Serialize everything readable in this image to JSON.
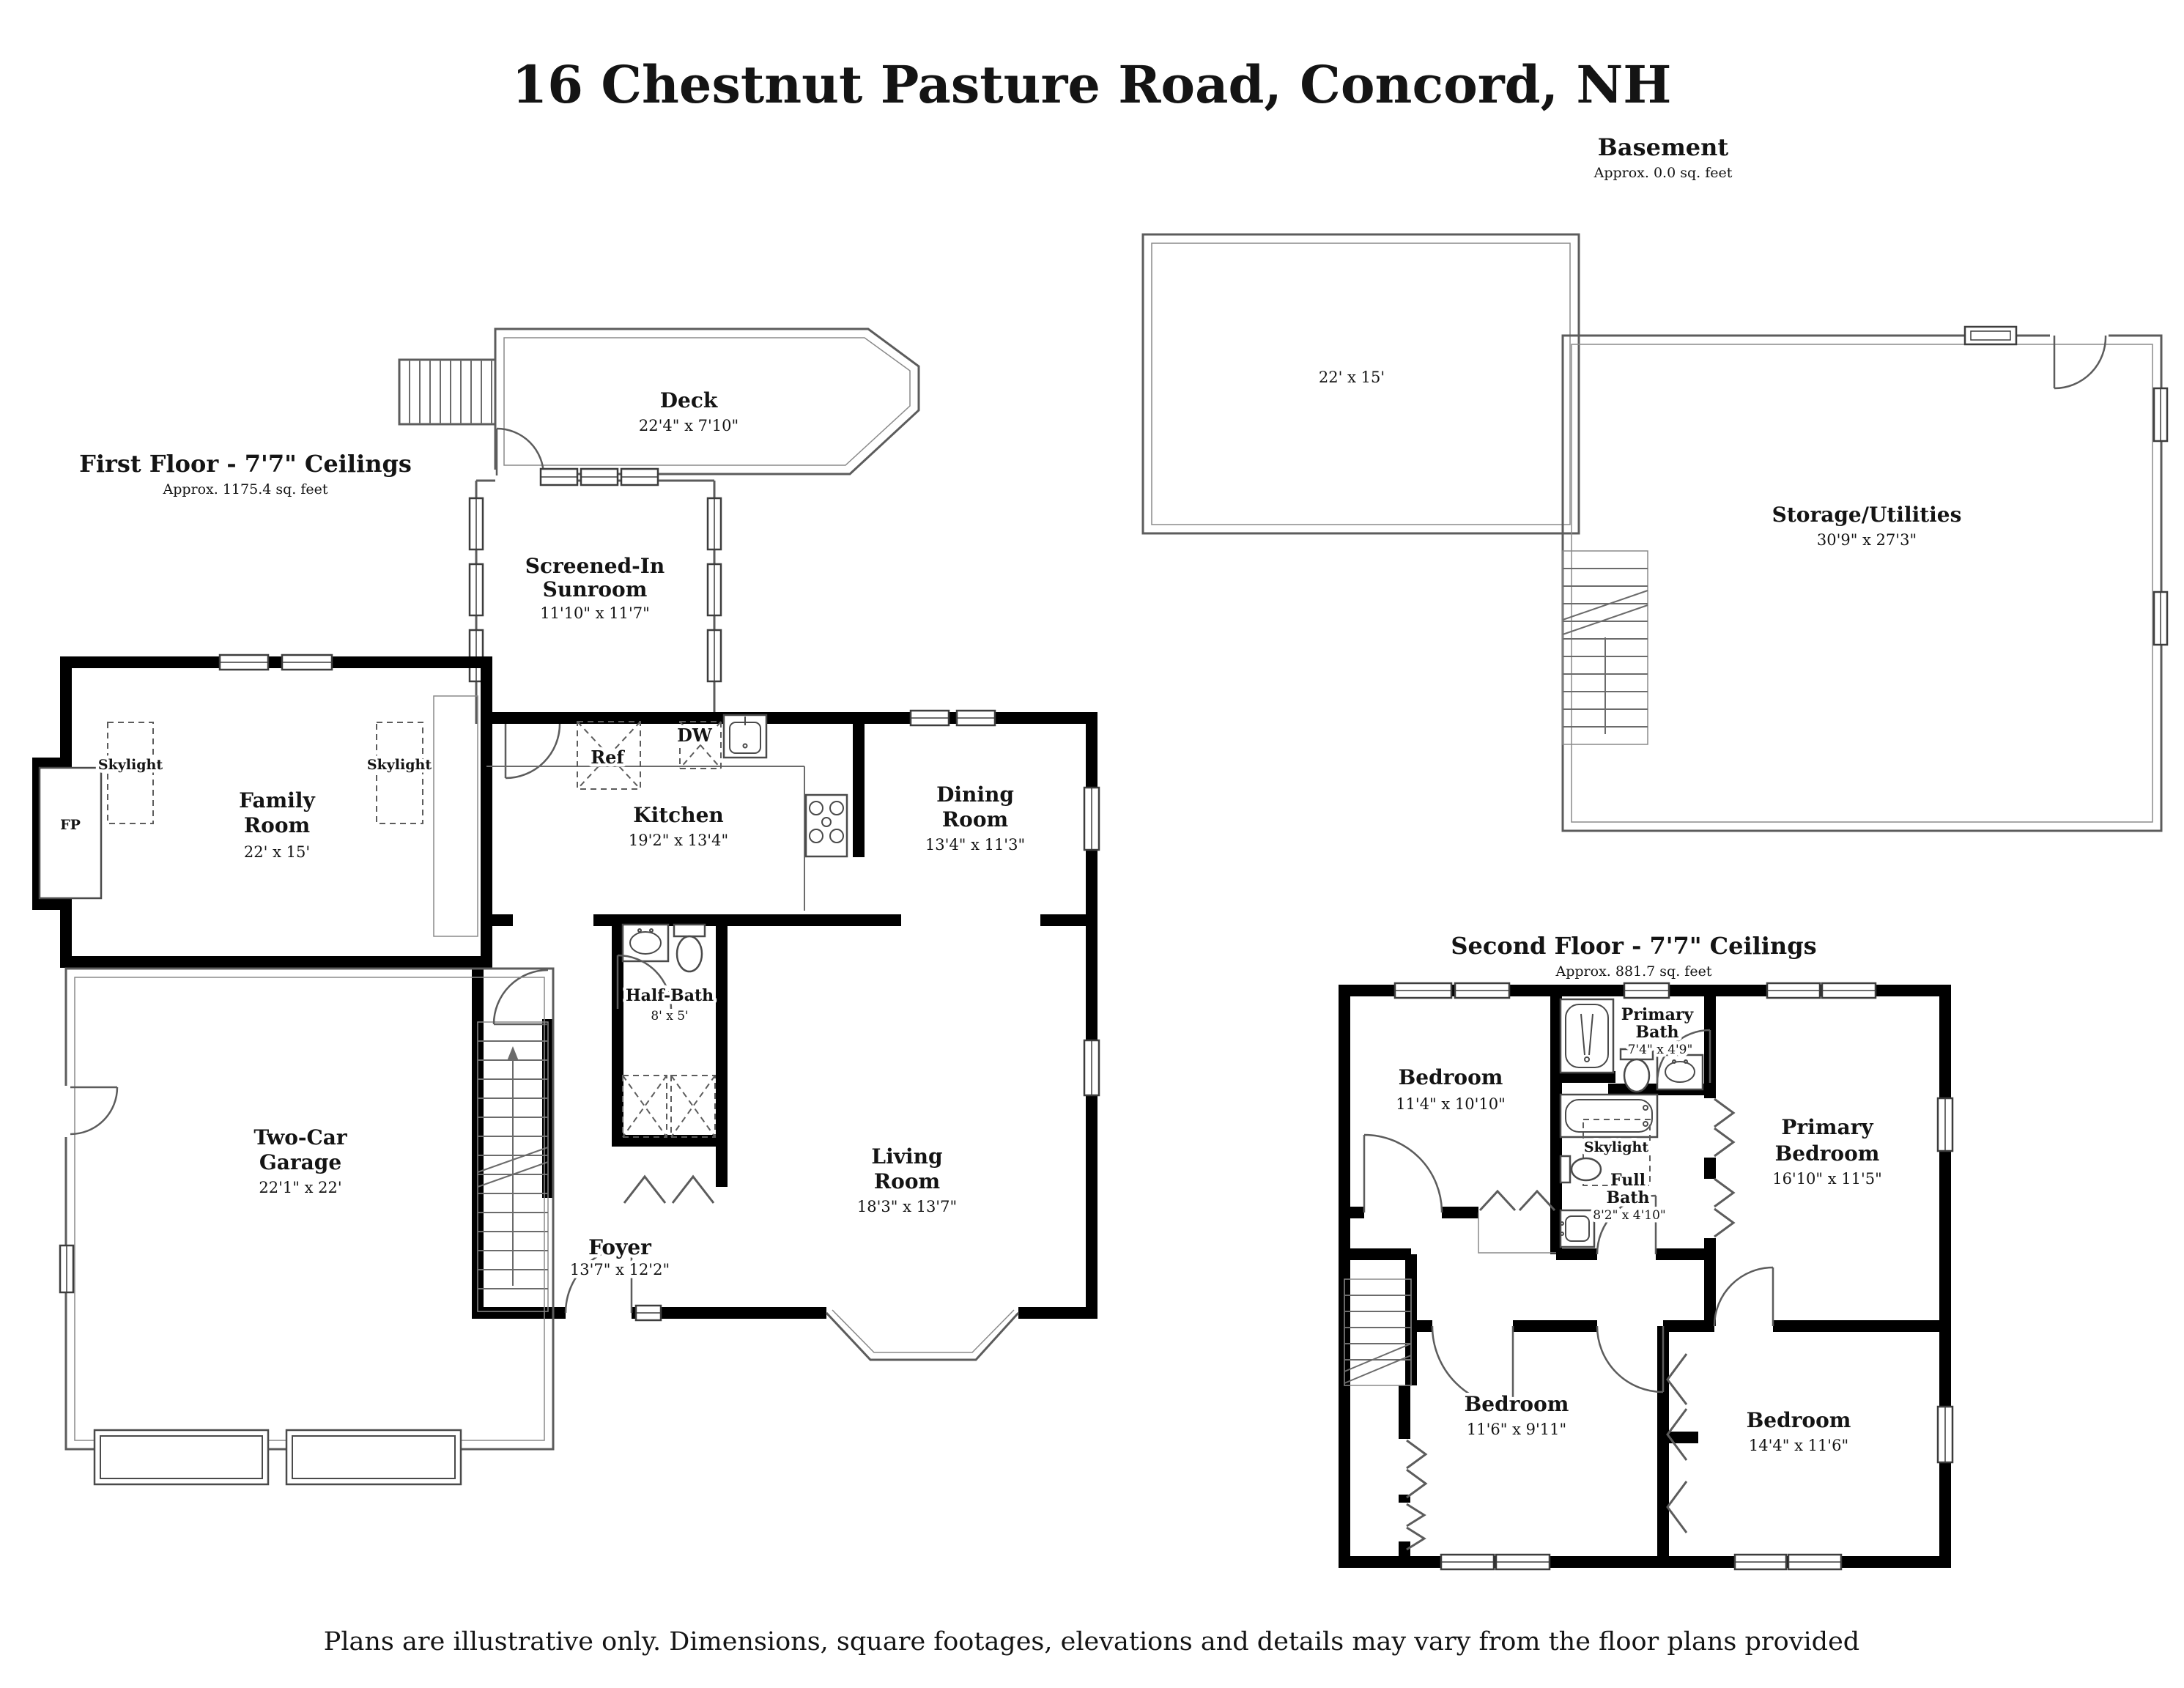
{
  "title": "16 Chestnut Pasture Road, Concord, NH",
  "disclaimer": "Plans are illustrative only. Dimensions, square footages, elevations and details may vary from the floor plans provided",
  "basement": {
    "heading": "Basement",
    "area": "Approx. 0.0 sq. feet",
    "open_room_dims": "22' x 15'",
    "storage_name": "Storage/Utilities",
    "storage_dims": "30'9\" x 27'3\""
  },
  "first_floor": {
    "heading": "First Floor - 7'7\" Ceilings",
    "area": "Approx. 1175.4 sq. feet",
    "deck_name": "Deck",
    "deck_dims": "22'4\" x 7'10\"",
    "sunroom_line1": "Screened-In",
    "sunroom_line2": "Sunroom",
    "sunroom_dims": "11'10\" x 11'7\"",
    "family_line1": "Family",
    "family_line2": "Room",
    "family_dims": "22' x 15'",
    "kitchen_name": "Kitchen",
    "kitchen_dims": "19'2\" x 13'4\"",
    "dining_line1": "Dining",
    "dining_line2": "Room",
    "dining_dims": "13'4\" x 11'3\"",
    "half_bath_name": "Half-Bath",
    "half_bath_dims": "8' x 5'",
    "living_line1": "Living",
    "living_line2": "Room",
    "living_dims": "18'3\" x 13'7\"",
    "foyer_name": "Foyer",
    "foyer_dims": "13'7\" x 12'2\"",
    "garage_line1": "Two-Car",
    "garage_line2": "Garage",
    "garage_dims": "22'1\" x 22'",
    "fireplace": "FP",
    "skylight": "Skylight",
    "fridge": "Ref",
    "dishwasher": "DW"
  },
  "second_floor": {
    "heading": "Second Floor - 7'7\" Ceilings",
    "area": "Approx. 881.7 sq. feet",
    "bedroom_tl_name": "Bedroom",
    "bedroom_tl_dims": "11'4\" x 10'10\"",
    "primary_bath_line1": "Primary",
    "primary_bath_line2": "Bath",
    "primary_bath_dims": "7'4\" x 4'9\"",
    "primary_bedroom_line1": "Primary",
    "primary_bedroom_line2": "Bedroom",
    "primary_bedroom_dims": "16'10\" x 11'5\"",
    "full_bath_line1": "Full",
    "full_bath_line2": "Bath",
    "full_bath_dims": "8'2\" x 4'10\"",
    "skylight": "Skylight",
    "bedroom_bl_name": "Bedroom",
    "bedroom_bl_dims": "11'6\" x 9'11\"",
    "bedroom_br_name": "Bedroom",
    "bedroom_br_dims": "14'4\" x 11'6\""
  }
}
